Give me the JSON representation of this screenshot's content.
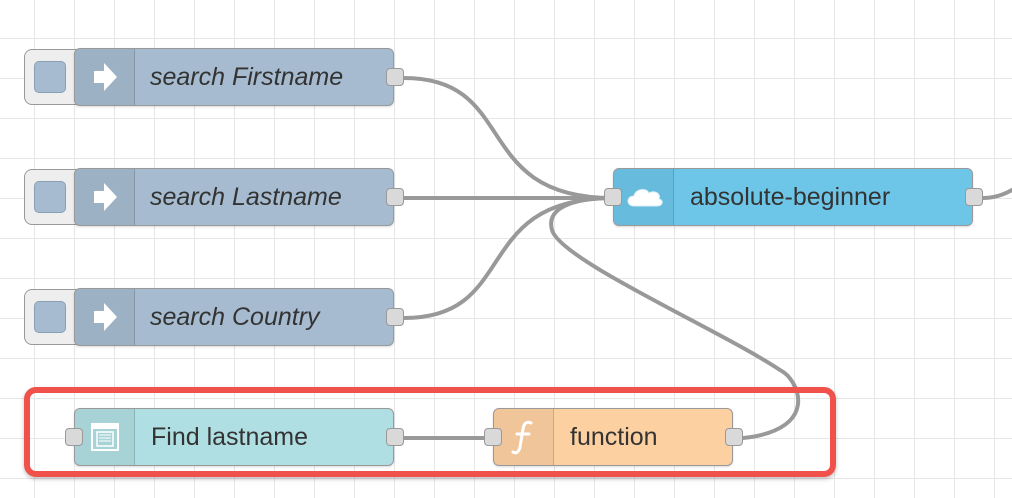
{
  "canvas": {
    "nodes": [
      {
        "id": "n1",
        "label": "search Firstname",
        "type": "link-in",
        "icon": "arrow-in-icon",
        "italic": true
      },
      {
        "id": "n2",
        "label": "search Lastname",
        "type": "link-in",
        "icon": "arrow-in-icon",
        "italic": true
      },
      {
        "id": "n3",
        "label": "search Country",
        "type": "link-in",
        "icon": "arrow-in-icon",
        "italic": true
      },
      {
        "id": "n4",
        "label": "absolute-beginner",
        "type": "cloud",
        "icon": "cloud-icon",
        "italic": false
      },
      {
        "id": "n5",
        "label": "Find lastname",
        "type": "template",
        "icon": "template-icon",
        "italic": false
      },
      {
        "id": "n6",
        "label": "function",
        "type": "function",
        "icon": "function-icon",
        "italic": false
      }
    ],
    "colors": {
      "link_node": "#a6bbcf",
      "cloud_node": "#6dc6e8",
      "template_node": "#b0dfe3",
      "function_node": "#fdd0a2",
      "highlight": "#f0524b",
      "wire": "#999999"
    }
  }
}
